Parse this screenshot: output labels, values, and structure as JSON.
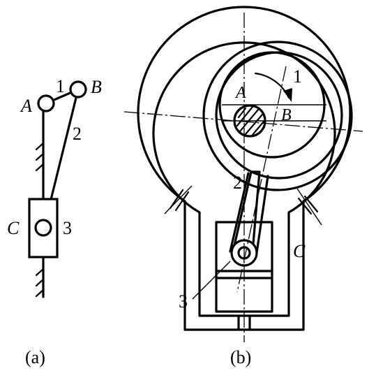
{
  "figure_a": {
    "caption": "(a)",
    "labels": {
      "A": "A",
      "B": "B",
      "C": "C",
      "link1": "1",
      "link2": "2",
      "link3": "3"
    }
  },
  "figure_b": {
    "caption": "(b)",
    "labels": {
      "A": "A",
      "B": "B",
      "C": "C",
      "link1": "1",
      "link2": "2",
      "link3": "3"
    }
  },
  "colors": {
    "ink": "#000000",
    "background": "#ffffff"
  }
}
